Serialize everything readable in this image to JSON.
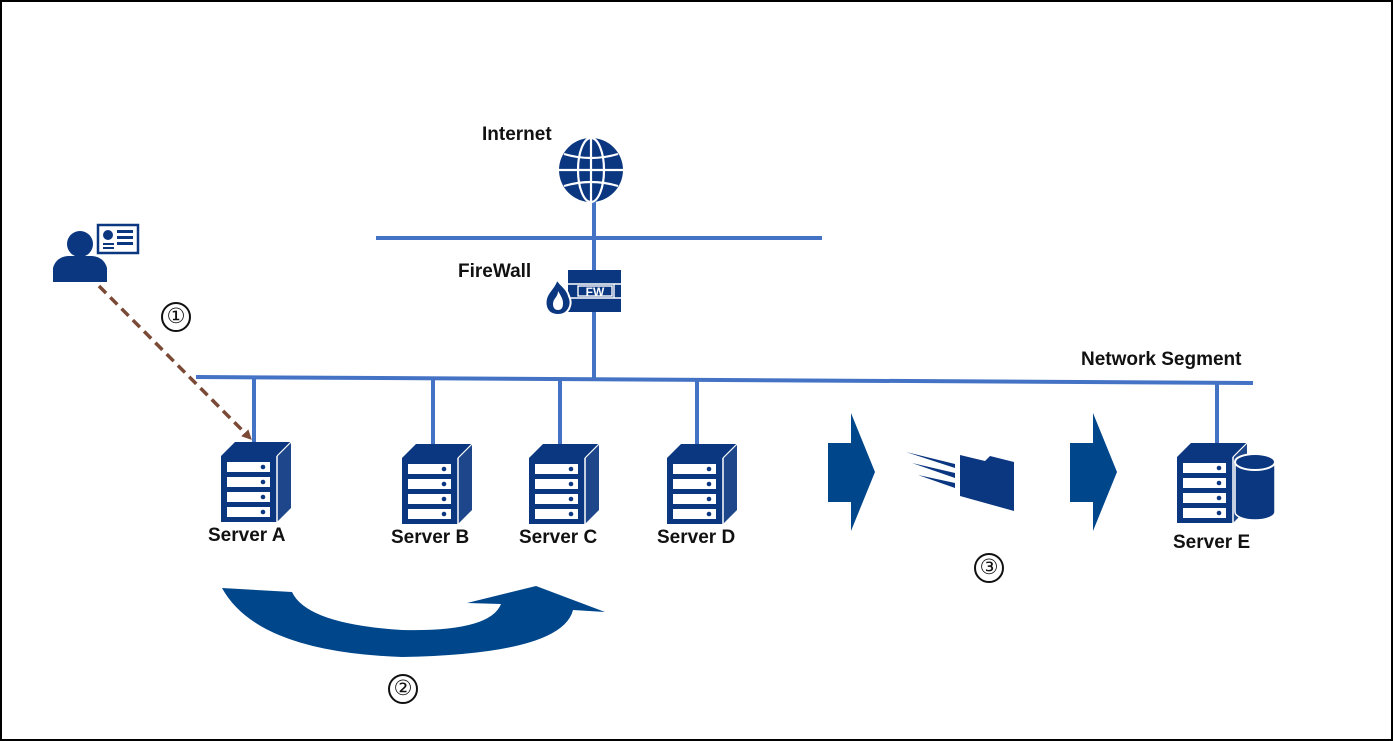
{
  "diagram": {
    "colors": {
      "line": "#4472c4",
      "icon": "#0b3680",
      "arrow": "#00468b",
      "dashed_arrow": "#7b4a36"
    },
    "nodes": {
      "internet": {
        "label": "Internet",
        "icon": "globe-icon"
      },
      "firewall": {
        "label": "FireWall",
        "icon": "firewall-icon",
        "badge": "FW"
      },
      "segment": {
        "label": "Network Segment"
      },
      "user": {
        "icon": "user-with-dashboard-icon"
      },
      "servers": [
        {
          "label": "Server A",
          "icon": "server-icon"
        },
        {
          "label": "Server B",
          "icon": "server-icon"
        },
        {
          "label": "Server C",
          "icon": "server-icon"
        },
        {
          "label": "Server D",
          "icon": "server-icon"
        },
        {
          "label": "Server E",
          "icon": "server-database-icon"
        }
      ]
    },
    "steps": [
      {
        "label": "①",
        "meaning": "user accesses Server A"
      },
      {
        "label": "②",
        "meaning": "lateral movement from Server A toward Server C"
      },
      {
        "label": "③",
        "meaning": "data moved to Server E"
      }
    ]
  }
}
